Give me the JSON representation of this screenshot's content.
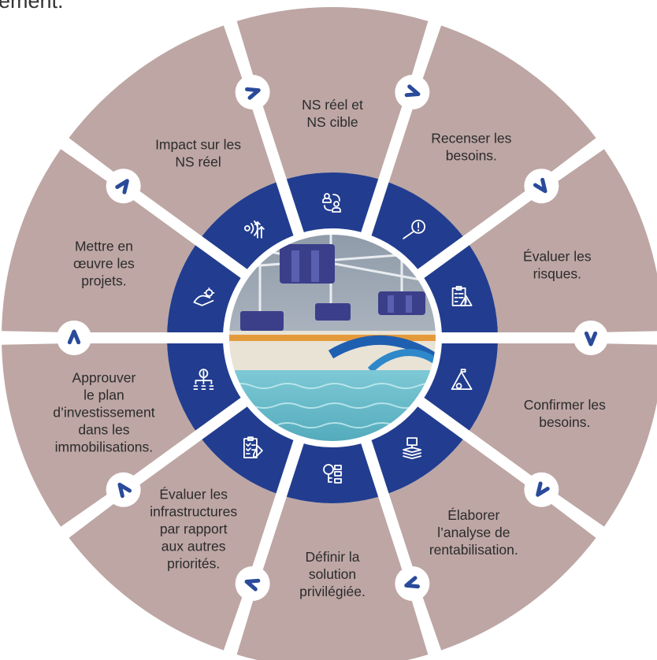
{
  "header_fragment": "ement.",
  "colors": {
    "segment": "#bda6a4",
    "inner_ring": "#223d8f",
    "divider": "#ffffff",
    "chevron": "#2a4a9a",
    "label": "#2b2b2b"
  },
  "center_image": {
    "alt": "Indoor aquatic centre with wave pool, waterslides and suspended blue acoustic panels"
  },
  "steps": [
    {
      "id": "ns-reel-cible",
      "label": [
        "NS réel et",
        "NS cible"
      ],
      "icon": "people-exchange-icon",
      "chevron": "right"
    },
    {
      "id": "recenser",
      "label": [
        "Recenser les",
        "besoins."
      ],
      "icon": "magnifier-alert-icon",
      "chevron": "down-right"
    },
    {
      "id": "evaluer-risques",
      "label": [
        "Évaluer les",
        "risques."
      ],
      "icon": "clipboard-warning-icon",
      "chevron": "down-right"
    },
    {
      "id": "confirmer",
      "label": [
        "Confirmer les",
        "besoins."
      ],
      "icon": "mountain-flag-icon",
      "chevron": "down"
    },
    {
      "id": "elaborer",
      "label": [
        "Élaborer",
        "l’analyse de",
        "rentabilisation."
      ],
      "icon": "stacked-money-icon",
      "chevron": "down-left"
    },
    {
      "id": "definir",
      "label": [
        "Définir la",
        "solution",
        "privilégiée."
      ],
      "icon": "gear-flowchart-icon",
      "chevron": "down-left"
    },
    {
      "id": "evaluer-infra",
      "label": [
        "Évaluer les",
        "infrastructures",
        "par rapport",
        "aux autres",
        "priorités."
      ],
      "icon": "checklist-pen-icon",
      "chevron": "down-left"
    },
    {
      "id": "approuver",
      "label": [
        "Approuver",
        "le plan",
        "d’investissement",
        "dans les",
        "immobilisations."
      ],
      "icon": "dollar-tree-icon",
      "chevron": "up-left"
    },
    {
      "id": "mettre-oeuvre",
      "label": [
        "Mettre en",
        "œuvre les",
        "projets."
      ],
      "icon": "hand-gear-icon",
      "chevron": "up"
    },
    {
      "id": "impact",
      "label": [
        "Impact sur les",
        "NS réel"
      ],
      "icon": "signal-arrows-icon",
      "chevron": "up-right"
    }
  ]
}
